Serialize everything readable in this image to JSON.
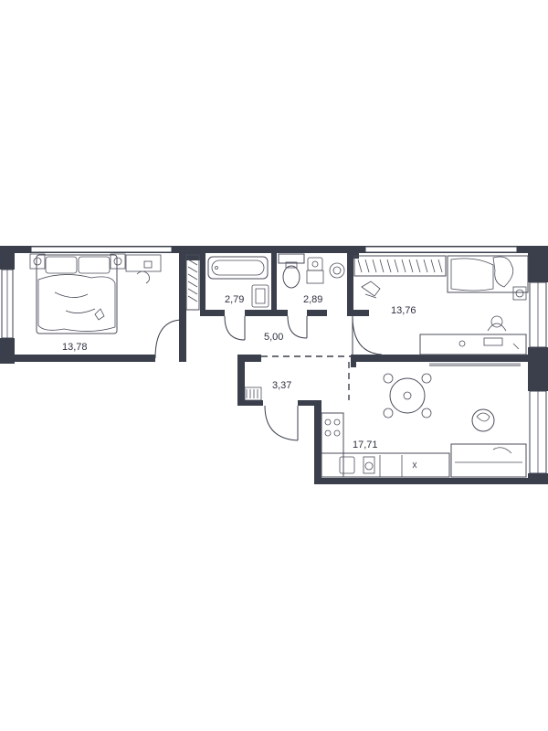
{
  "colors": {
    "wall": "#3b3f4c",
    "furniture": "#4a4d5a",
    "background": "#ffffff"
  },
  "rooms": [
    {
      "id": "bedroom-left",
      "area": "13,78"
    },
    {
      "id": "bathroom",
      "area": "2,79"
    },
    {
      "id": "toilet",
      "area": "2,89"
    },
    {
      "id": "bedroom-right",
      "area": "13,76"
    },
    {
      "id": "hallway",
      "area": "5,00"
    },
    {
      "id": "entrance",
      "area": "3,37"
    },
    {
      "id": "kitchen-living",
      "area": "17,71"
    }
  ]
}
